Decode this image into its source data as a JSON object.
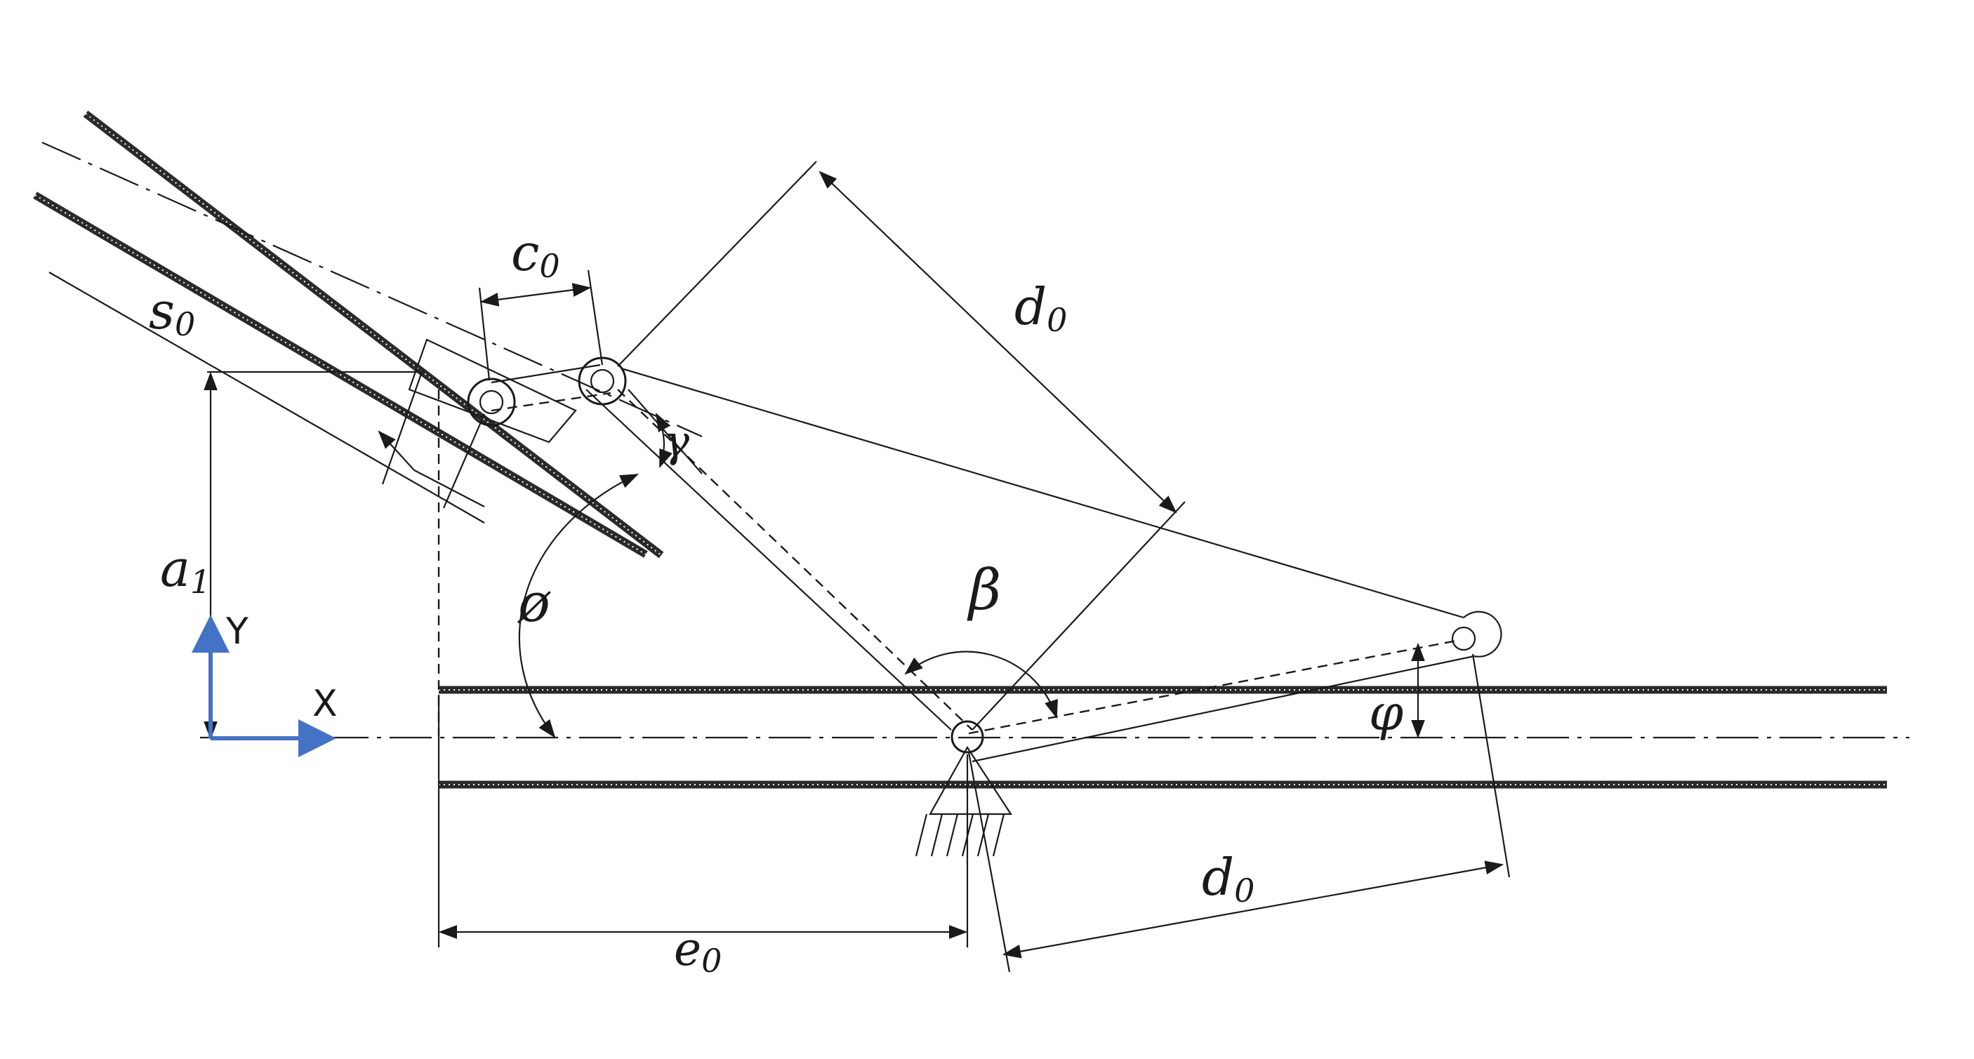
{
  "labels": {
    "s0_main": "s",
    "s0_sub": "0",
    "c0_main": "c",
    "c0_sub": "0",
    "d0_top_main": "d",
    "d0_top_sub": "0",
    "d0_bottom_main": "d",
    "d0_bottom_sub": "0",
    "e0_main": "e",
    "e0_sub": "0",
    "a1_main": "a",
    "a1_sub": "1",
    "gamma": "γ",
    "beta": "β",
    "phi_slash": "ø",
    "phi": "φ",
    "x_axis": "X",
    "y_axis": "Y"
  },
  "colors": {
    "axis_arrow": "#4472c4",
    "line": "#1a1a1a"
  }
}
